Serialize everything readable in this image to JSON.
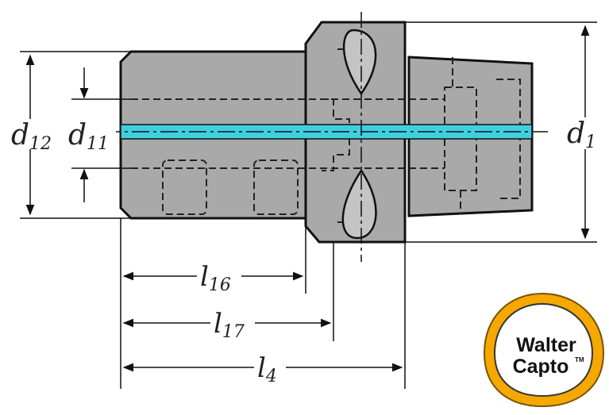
{
  "drawing": {
    "labels": {
      "d12": {
        "main": "d",
        "sub": "12"
      },
      "d11": {
        "main": "d",
        "sub": "11"
      },
      "d1": {
        "main": "d",
        "sub": "1"
      },
      "l16": {
        "main": "l",
        "sub": "16"
      },
      "l17": {
        "main": "l",
        "sub": "17"
      },
      "l4": {
        "main": "l",
        "sub": "4"
      }
    },
    "colors": {
      "body_fill": "#a9a9a9",
      "outline": "#111111",
      "coolant_channel": "#3fd0e0",
      "logo_ring": "#f5a800"
    }
  },
  "logo": {
    "line1": "Walter",
    "line2": "Capto",
    "trademark": "TM"
  }
}
